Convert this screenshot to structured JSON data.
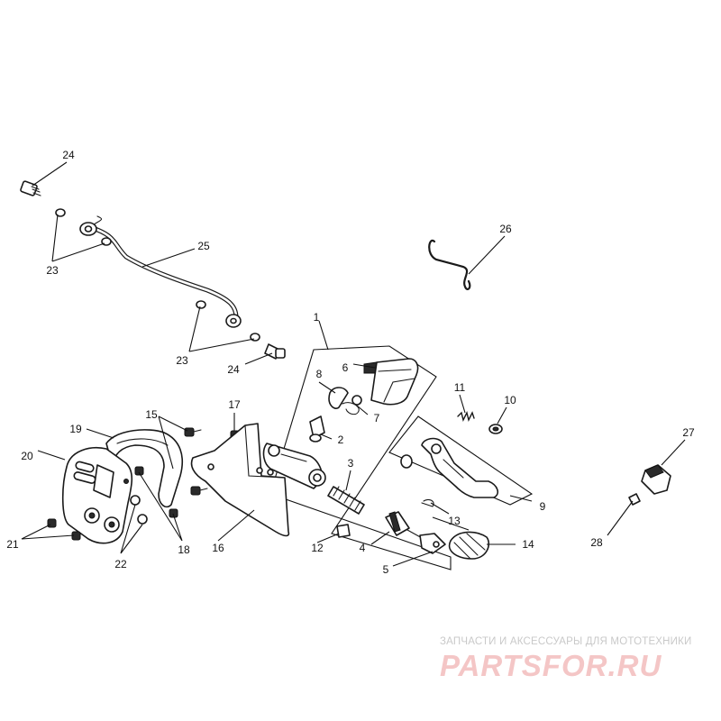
{
  "diagram": {
    "callouts": {
      "c1": "1",
      "c2": "2",
      "c3": "3",
      "c4": "4",
      "c5": "5",
      "c6": "6",
      "c7": "7",
      "c8": "8",
      "c9": "9",
      "c10": "10",
      "c11": "11",
      "c12": "12",
      "c13": "13",
      "c14": "14",
      "c15": "15",
      "c16": "16",
      "c17": "17",
      "c18": "18",
      "c19": "19",
      "c20": "20",
      "c21": "21",
      "c22": "22",
      "c23a": "23",
      "c23b": "23",
      "c24a": "24",
      "c24b": "24",
      "c25": "25",
      "c26": "26",
      "c27": "27",
      "c28": "28"
    }
  },
  "watermark": {
    "tagline": "ЗАПЧАСТИ И АКСЕССУАРЫ ДЛЯ МОТОТЕХНИКИ",
    "logo": "PARTSFOR.RU",
    "logo_color": "#f4c6c6",
    "tagline_color": "#c9c9c9"
  }
}
